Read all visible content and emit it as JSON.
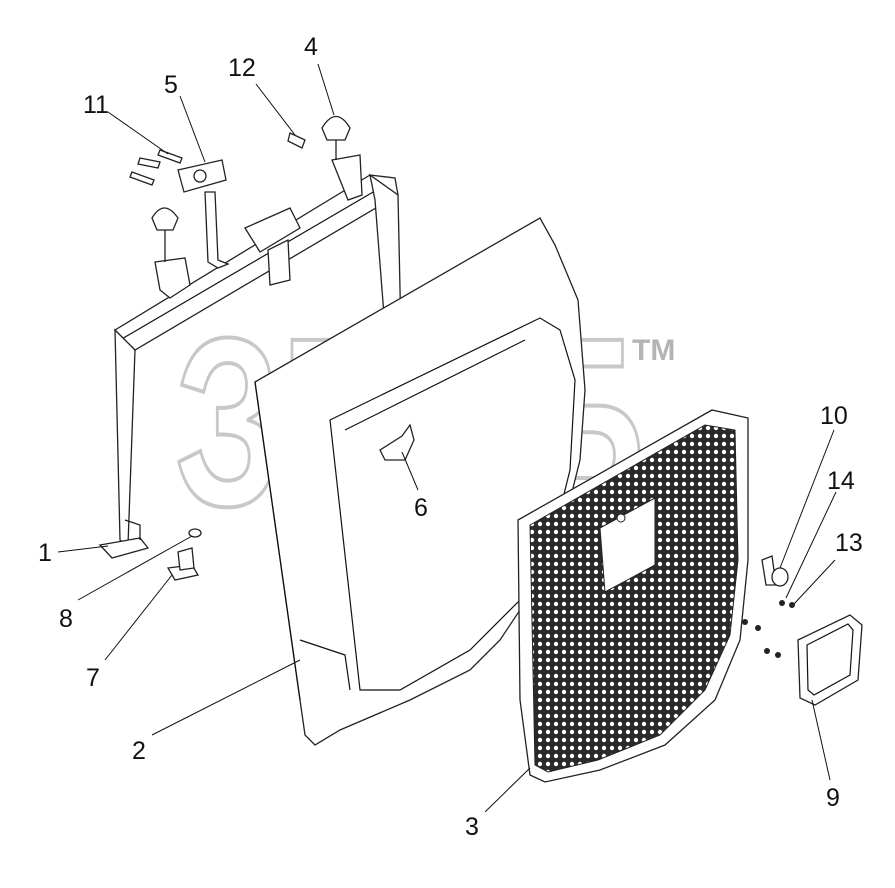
{
  "watermark": {
    "logo_text": "ЗПСБ",
    "trademark": "TM"
  },
  "callouts": [
    {
      "id": "1",
      "label": "1"
    },
    {
      "id": "2",
      "label": "2"
    },
    {
      "id": "3",
      "label": "3"
    },
    {
      "id": "4",
      "label": "4"
    },
    {
      "id": "5",
      "label": "5"
    },
    {
      "id": "6",
      "label": "6"
    },
    {
      "id": "7",
      "label": "7"
    },
    {
      "id": "8",
      "label": "8"
    },
    {
      "id": "9",
      "label": "9"
    },
    {
      "id": "10",
      "label": "10"
    },
    {
      "id": "11",
      "label": "11"
    },
    {
      "id": "12",
      "label": "12"
    },
    {
      "id": "13",
      "label": "13"
    },
    {
      "id": "14",
      "label": "14"
    }
  ],
  "colors": {
    "line": "#111111",
    "watermark": "#9c9c9c",
    "grille": "#2a2a2a"
  }
}
